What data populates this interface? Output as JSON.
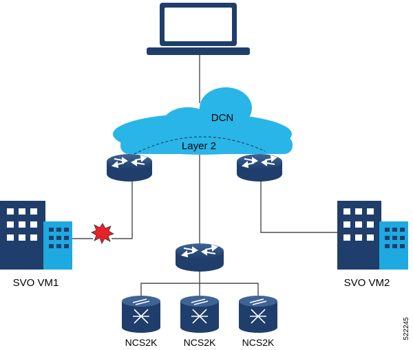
{
  "cloud": {
    "title": "DCN",
    "inner_label": "Layer 2"
  },
  "sites": {
    "left": "SVO VM1",
    "right": "SVO VM2"
  },
  "nodes": [
    {
      "label": "NCS2K"
    },
    {
      "label": "NCS2K"
    },
    {
      "label": "NCS2K"
    }
  ],
  "figure_number": "522245",
  "colors": {
    "navy": "#1f3e6b",
    "cloud": "#29b5e8",
    "light_blue": "#1ea9e0",
    "line": "#4a4a4a",
    "alert_red": "#e8202a"
  },
  "icons": {
    "workstation": "laptop-icon",
    "router": "router-icon",
    "optical_node": "optical-switch-icon",
    "site": "building-icon",
    "fault": "failure-burst-icon"
  }
}
